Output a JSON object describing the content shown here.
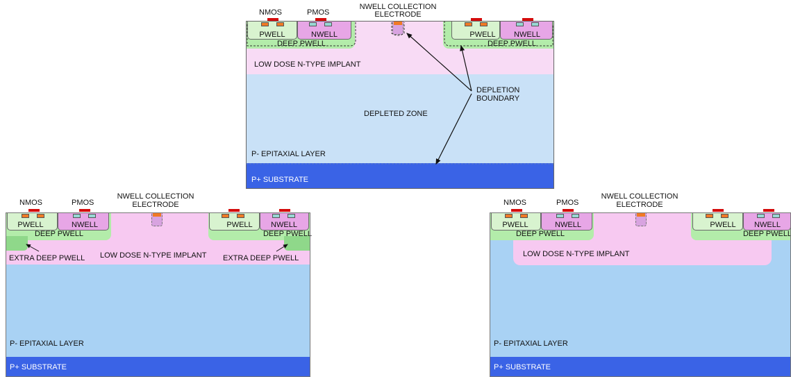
{
  "top": {
    "labels": {
      "nmos": "NMOS",
      "pmos": "PMOS",
      "collection_line1": "NWELL COLLECTION",
      "collection_line2": "ELECTRODE",
      "pwell_left": "PWELL",
      "nwell_left": "NWELL",
      "deep_pwell_left": "DEEP PWELL",
      "pwell_right": "PWELL",
      "nwell_right": "NWELL",
      "deep_pwell_right": "DEEP PWELL",
      "implant": "LOW DOSE N-TYPE IMPLANT",
      "depletion_line1": "DEPLETION",
      "depletion_line2": "BOUNDARY",
      "depleted_zone": "DEPLETED ZONE",
      "epi": "P- EPITAXIAL LAYER",
      "substrate": "P+ SUBSTRATE"
    }
  },
  "bottom_left": {
    "labels": {
      "nmos": "NMOS",
      "pmos": "PMOS",
      "collection_line1": "NWELL COLLECTION",
      "collection_line2": "ELECTRODE",
      "pwell_left": "PWELL",
      "nwell_left": "NWELL",
      "deep_pwell_left": "DEEP PWELL",
      "pwell_right": "PWELL",
      "nwell_right": "NWELL",
      "deep_pwell_right": "DEEP PWELL",
      "extra_deep_left": "EXTRA DEEP PWELL",
      "implant": "LOW DOSE N-TYPE IMPLANT",
      "extra_deep_right": "EXTRA DEEP PWELL",
      "epi": "P- EPITAXIAL LAYER",
      "substrate": "P+ SUBSTRATE"
    }
  },
  "bottom_right": {
    "labels": {
      "nmos": "NMOS",
      "pmos": "PMOS",
      "collection_line1": "NWELL COLLECTION",
      "collection_line2": "ELECTRODE",
      "pwell_left": "PWELL",
      "nwell_left": "NWELL",
      "deep_pwell_left": "DEEP PWELL",
      "pwell_right": "PWELL",
      "nwell_right": "NWELL",
      "deep_pwell_right": "DEEP PWELL",
      "implant": "LOW DOSE N-TYPE IMPLANT",
      "epi": "P- EPITAXIAL LAYER",
      "substrate": "P+ SUBSTRATE"
    }
  },
  "colors": {
    "epitaxial": "#a9d2f4",
    "depleted": "#c9e1f7",
    "substrate": "#3a63e6",
    "implant": "#f7c9f1",
    "implant_light": "#f8dbf5",
    "deep_pwell": "#b3ecaa",
    "pwell": "#d8f3cf",
    "nwell": "#e7a6e6",
    "gate": "#d40c0c",
    "diffusion_n": "#f07a25",
    "diffusion_p": "#98d8d5"
  }
}
